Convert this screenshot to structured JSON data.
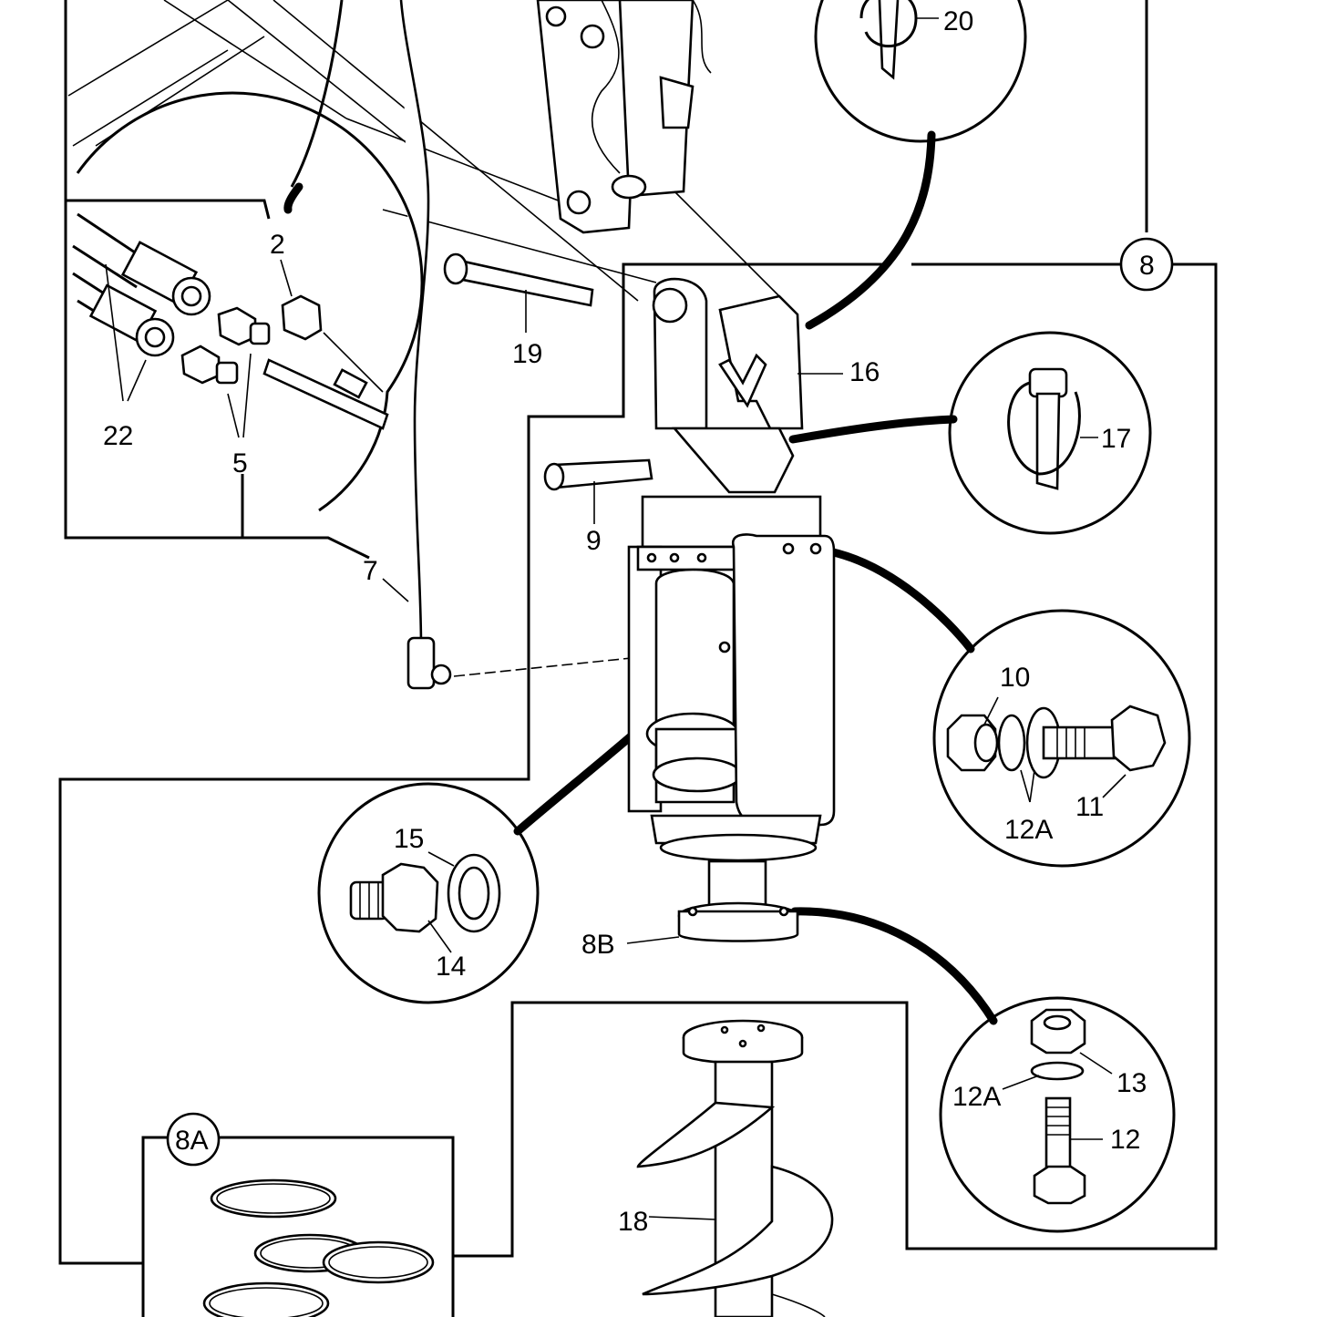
{
  "callouts": {
    "c2": "2",
    "c5": "5",
    "c7": "7",
    "c8": "8",
    "c8a": "8A",
    "c8b": "8B",
    "c9": "9",
    "c10": "10",
    "c11": "11",
    "c12": "12",
    "c12a_upper": "12A",
    "c12a_lower": "12A",
    "c13": "13",
    "c14": "14",
    "c15": "15",
    "c16": "16",
    "c17": "17",
    "c18": "18",
    "c19": "19",
    "c20": "20",
    "c22": "22"
  },
  "colors": {
    "ink": "#000000",
    "paper": "#ffffff"
  }
}
